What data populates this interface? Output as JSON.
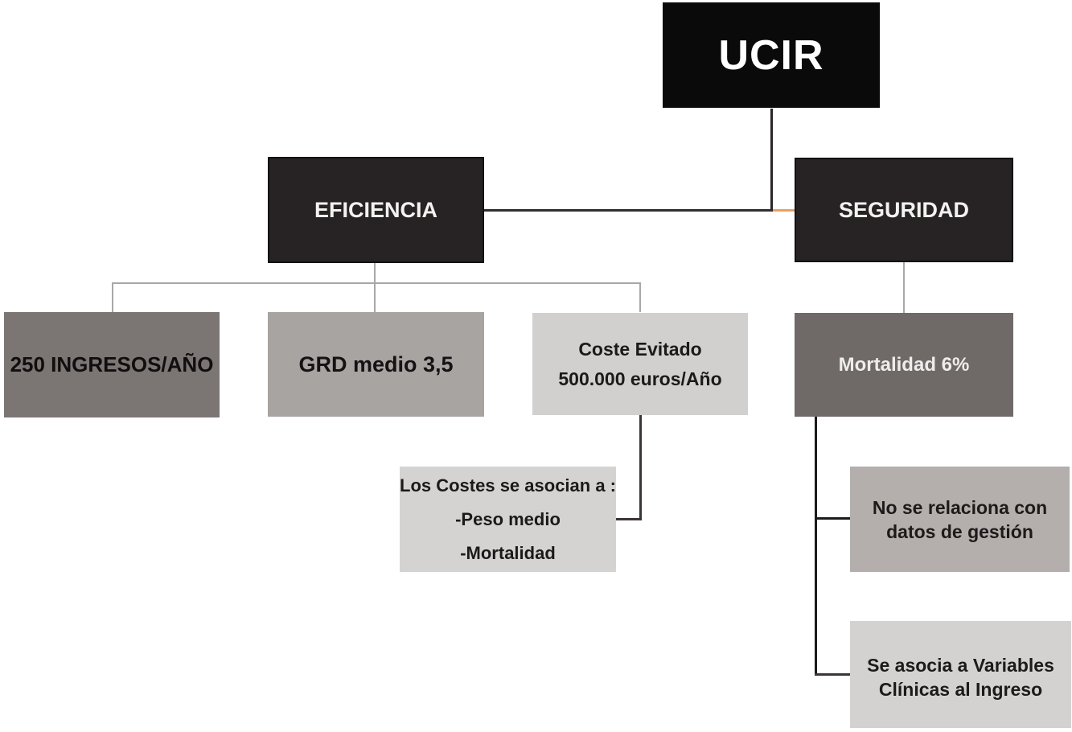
{
  "diagram": {
    "nodes": {
      "ucir": {
        "label": "UCIR"
      },
      "eficiencia": {
        "label": "EFICIENCIA"
      },
      "seguridad": {
        "label": "SEGURIDAD"
      },
      "ingresos": {
        "label": "250 INGRESOS/AÑO"
      },
      "grd": {
        "label": "GRD medio 3,5"
      },
      "coste_evitado": {
        "lines": [
          "Coste Evitado",
          "500.000 euros/Año"
        ]
      },
      "mortalidad": {
        "label": "Mortalidad 6%"
      },
      "costes_asociados": {
        "lines": [
          "Los Costes se asocian a :",
          "-Peso medio",
          "-Mortalidad"
        ]
      },
      "no_relacion_gestion": {
        "lines": [
          "No se relaciona con",
          "datos de gestión"
        ]
      },
      "variables_clinicas": {
        "lines": [
          "Se asocia a Variables",
          "Clínicas al Ingreso"
        ]
      }
    },
    "colors": {
      "node_black": "#0a0a0a",
      "node_dark": "#272324",
      "node_gray_warm": "#7b7573",
      "node_gray_mid": "#a8a4a2",
      "node_gray_light": "#d2d0cf",
      "node_gray_mortalidad": "#6f6a68",
      "node_gray_no_relacion": "#b4afad",
      "connector_orange": "#e9a15e",
      "connector_dark": "#1d1a1a",
      "connector_gray": "#a8a8a8",
      "text_light": "#f3f2f1",
      "text_dark": "#1b191a"
    }
  }
}
